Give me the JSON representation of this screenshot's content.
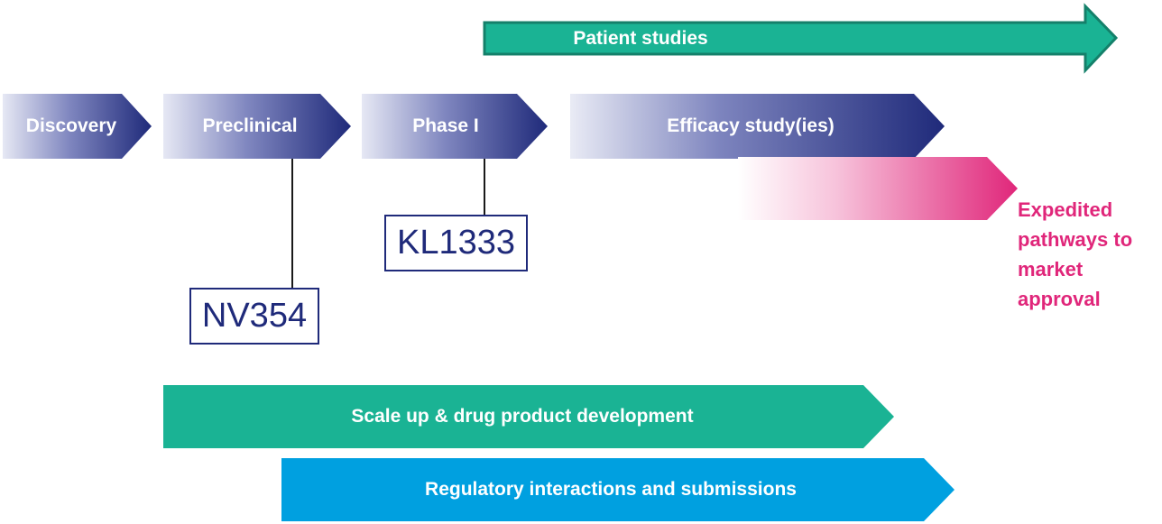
{
  "stages": {
    "discovery": "Discovery",
    "preclinical": "Preclinical",
    "phase1": "Phase I",
    "efficacy": "Efficacy study(ies)"
  },
  "bands": {
    "patient_studies": "Patient studies",
    "scale_up": "Scale up & drug product development",
    "regulatory": "Regulatory interactions and submissions"
  },
  "compounds": {
    "nv354": "NV354",
    "kl1333": "KL1333"
  },
  "expedited": {
    "line1": "Expedited",
    "line2": "pathways to",
    "line3": "market",
    "line4": "approval"
  },
  "colors": {
    "navy": "#1f2a7a",
    "teal": "#1ab394",
    "blue": "#00a0e0",
    "magenta": "#e0267a",
    "teal_outline": "#14806a"
  }
}
